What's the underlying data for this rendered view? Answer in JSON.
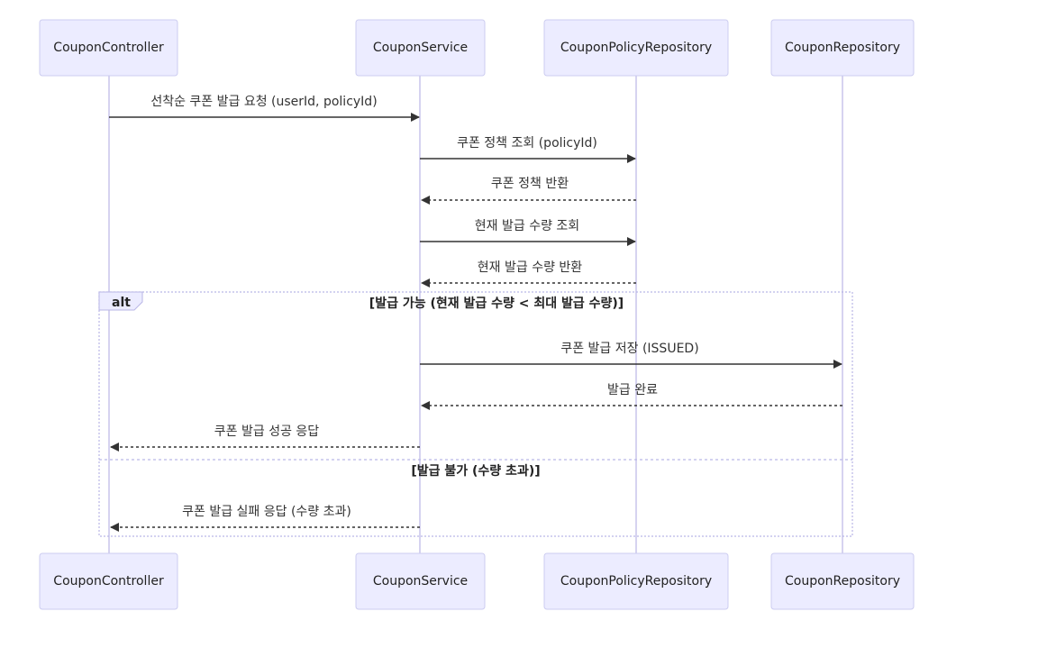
{
  "actors": [
    {
      "id": "controller",
      "label": "CouponController"
    },
    {
      "id": "service",
      "label": "CouponService"
    },
    {
      "id": "policy_repo",
      "label": "CouponPolicyRepository"
    },
    {
      "id": "repo",
      "label": "CouponRepository"
    }
  ],
  "messages": [
    {
      "from": "controller",
      "to": "service",
      "label": "선착순 쿠폰 발급 요청 (userId, policyId)",
      "style": "solid"
    },
    {
      "from": "service",
      "to": "policy_repo",
      "label": "쿠폰 정책 조회 (policyId)",
      "style": "solid"
    },
    {
      "from": "policy_repo",
      "to": "service",
      "label": "쿠폰 정책 반환",
      "style": "dashed"
    },
    {
      "from": "service",
      "to": "policy_repo",
      "label": "현재 발급 수량 조회",
      "style": "solid"
    },
    {
      "from": "policy_repo",
      "to": "service",
      "label": "현재 발급 수량 반환",
      "style": "dashed"
    },
    {
      "from": "service",
      "to": "repo",
      "label": "쿠폰 발급 저장 (ISSUED)",
      "style": "solid"
    },
    {
      "from": "repo",
      "to": "service",
      "label": "발급 완료",
      "style": "dashed"
    },
    {
      "from": "service",
      "to": "controller",
      "label": "쿠폰 발급 성공 응답",
      "style": "dashed"
    },
    {
      "from": "service",
      "to": "controller",
      "label": "쿠폰 발급 실패 응답 (수량 초과)",
      "style": "dashed"
    }
  ],
  "alt_block": {
    "keyword": "alt",
    "conditions": [
      "[발급 가능 (현재 발급 수량 < 최대 발급 수량)]",
      "[발급 불가 (수량 초과)]"
    ]
  }
}
